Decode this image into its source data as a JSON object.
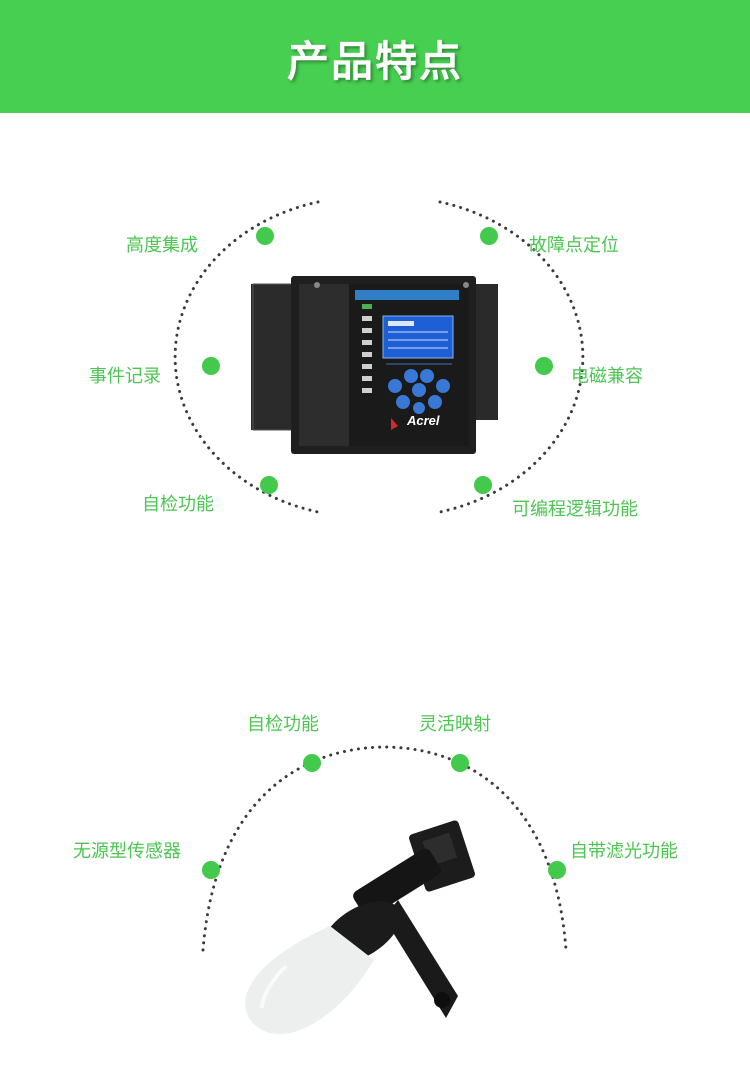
{
  "header": {
    "title": "产品特点"
  },
  "section1": {
    "features": [
      "高度集成",
      "事件记录",
      "自检功能",
      "故障点定位",
      "电磁兼容",
      "可编程逻辑功能"
    ],
    "device": {
      "brand": "Acrel"
    }
  },
  "section2": {
    "features": [
      "自检功能",
      "灵活映射",
      "无源型传感器",
      "自带滤光功能"
    ]
  },
  "colors": {
    "banner": "#47cf51",
    "accent": "#43c94c",
    "text": "#4cc552",
    "dots": "#3b3b3b"
  }
}
